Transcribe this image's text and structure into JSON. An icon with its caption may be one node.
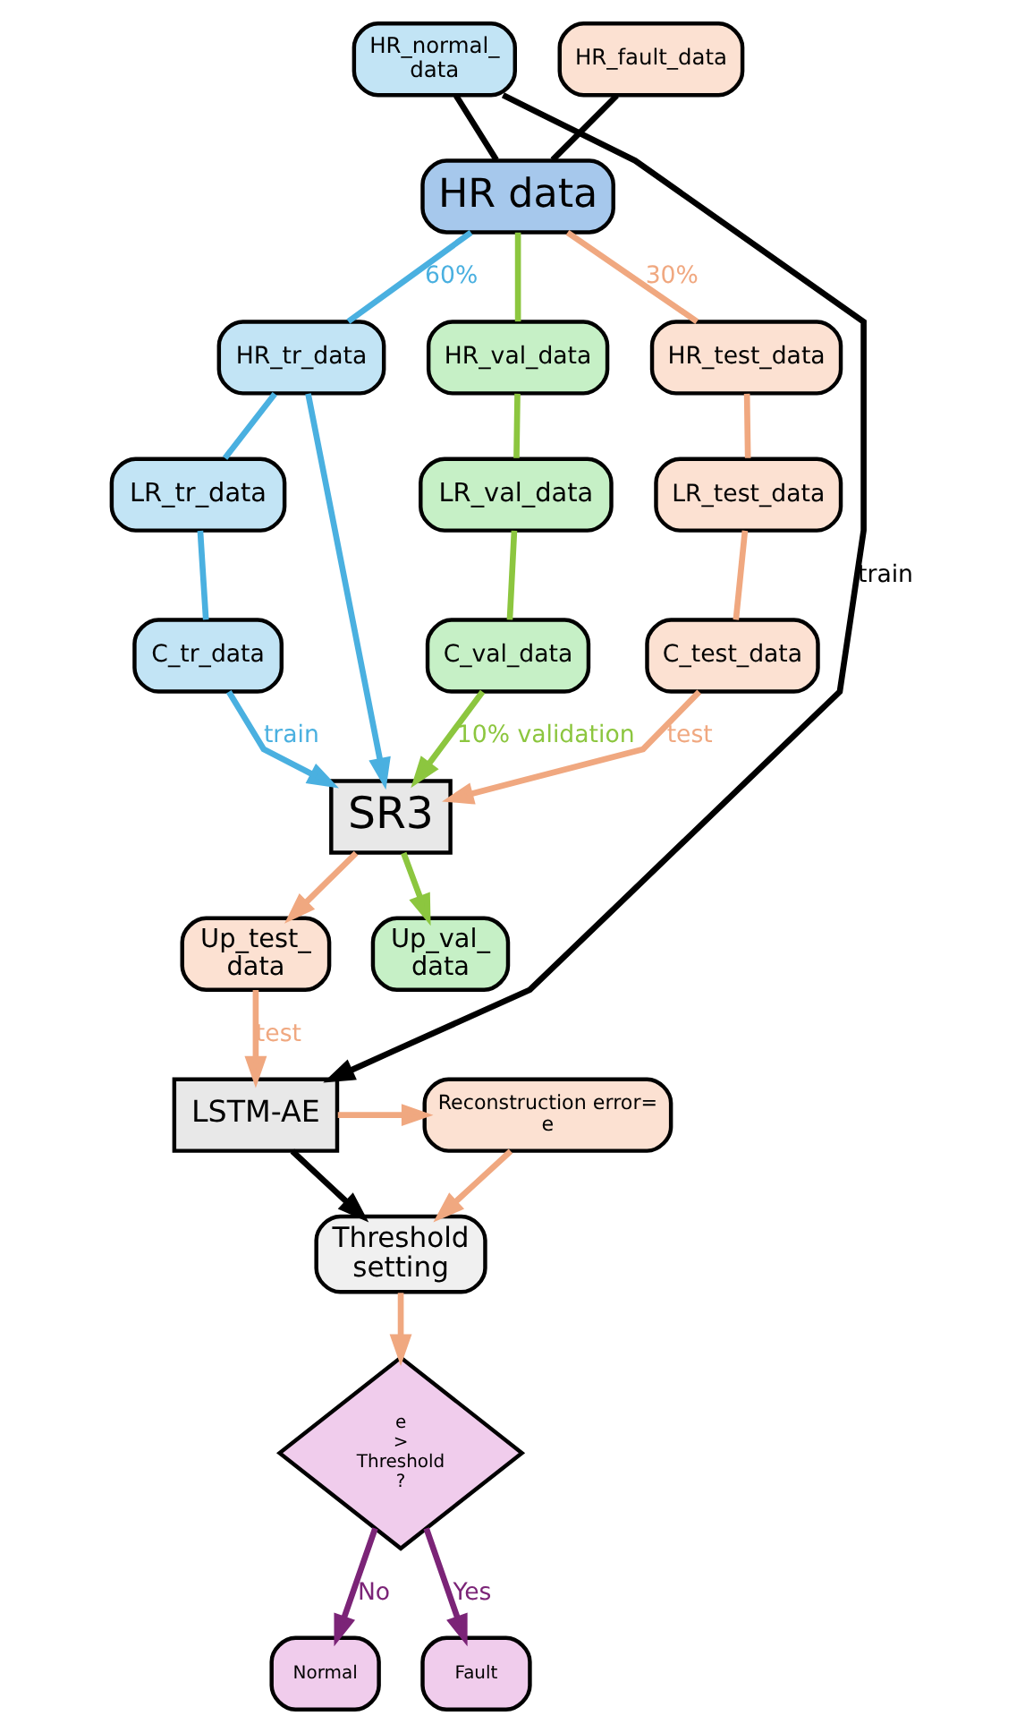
{
  "diagram": {
    "nodes": [
      {
        "text": [
          "HR_normal_ data"
        ]
      },
      {
        "text": [
          "HR_fault_data"
        ]
      },
      {
        "text": [
          "HR data"
        ]
      },
      {
        "text": [
          "HR_tr_data"
        ]
      },
      {
        "text": [
          "HR_val_data"
        ]
      },
      {
        "text": [
          "HR_test_data"
        ]
      },
      {
        "text": [
          "LR_tr_data"
        ]
      },
      {
        "text": [
          "LR_val_data"
        ]
      },
      {
        "text": [
          "LR_test_data"
        ]
      },
      {
        "text": [
          "C_tr_data"
        ]
      },
      {
        "text": [
          "C_val_data"
        ]
      },
      {
        "text": [
          "C_test_data"
        ]
      },
      {
        "text": [
          "SR3"
        ]
      },
      {
        "text": [
          "Up_test_ data"
        ]
      },
      {
        "text": [
          "Up_val_ data"
        ]
      },
      {
        "text": [
          "LSTM-AE"
        ]
      },
      {
        "text": [
          "Reconstruction error= e"
        ]
      },
      {
        "text": [
          "Threshold setting"
        ]
      },
      {
        "text": [
          "e > Threshold ?"
        ]
      },
      {
        "text": [
          "Normal"
        ]
      },
      {
        "text": [
          "Fault"
        ]
      }
    ],
    "edges": [
      {
        "from": 0,
        "to": 2,
        "arrow": "none",
        "color": "#000000"
      },
      {
        "from": 1,
        "to": 2,
        "arrow": "none",
        "color": "#000000"
      },
      {
        "from": 0,
        "to": 15,
        "arrow": "to",
        "label": "train",
        "color": "#000000"
      },
      {
        "from": 2,
        "to": 3,
        "arrow": "none",
        "label": "60%",
        "color": "#4ab0e0"
      },
      {
        "from": 2,
        "to": 4,
        "arrow": "none",
        "color": "#8cc63f"
      },
      {
        "from": 2,
        "to": 5,
        "arrow": "none",
        "label": "30%",
        "color": "#f0a880"
      },
      {
        "from": 3,
        "to": 6,
        "arrow": "none",
        "color": "#4ab0e0"
      },
      {
        "from": 6,
        "to": 9,
        "arrow": "none",
        "color": "#4ab0e0"
      },
      {
        "from": 4,
        "to": 7,
        "arrow": "none",
        "color": "#8cc63f"
      },
      {
        "from": 7,
        "to": 10,
        "arrow": "none",
        "color": "#8cc63f"
      },
      {
        "from": 5,
        "to": 8,
        "arrow": "none",
        "color": "#f0a880"
      },
      {
        "from": 8,
        "to": 11,
        "arrow": "none",
        "color": "#f0a880"
      },
      {
        "from": 3,
        "to": 12,
        "arrow": "to",
        "color": "#4ab0e0"
      },
      {
        "from": 9,
        "to": 12,
        "arrow": "to",
        "label": "train",
        "color": "#4ab0e0"
      },
      {
        "from": 10,
        "to": 12,
        "arrow": "to",
        "label": "10% validation",
        "color": "#8cc63f"
      },
      {
        "from": 11,
        "to": 12,
        "arrow": "to",
        "label": "test",
        "color": "#f0a880"
      },
      {
        "from": 12,
        "to": 13,
        "arrow": "to",
        "color": "#f0a880"
      },
      {
        "from": 12,
        "to": 14,
        "arrow": "to",
        "color": "#8cc63f"
      },
      {
        "from": 13,
        "to": 15,
        "arrow": "to",
        "label": "test",
        "color": "#f0a880"
      },
      {
        "from": 15,
        "to": 16,
        "arrow": "to",
        "color": "#f0a880"
      },
      {
        "from": 15,
        "to": 17,
        "arrow": "to",
        "color": "#000000"
      },
      {
        "from": 16,
        "to": 17,
        "arrow": "to",
        "color": "#f0a880"
      },
      {
        "from": 17,
        "to": 18,
        "arrow": "to",
        "color": "#f0a880"
      },
      {
        "from": 18,
        "to": 19,
        "arrow": "to",
        "label": "No",
        "color": "#7b2477"
      },
      {
        "from": 18,
        "to": 20,
        "arrow": "to",
        "label": "Yes",
        "color": "#7b2477"
      }
    ]
  }
}
